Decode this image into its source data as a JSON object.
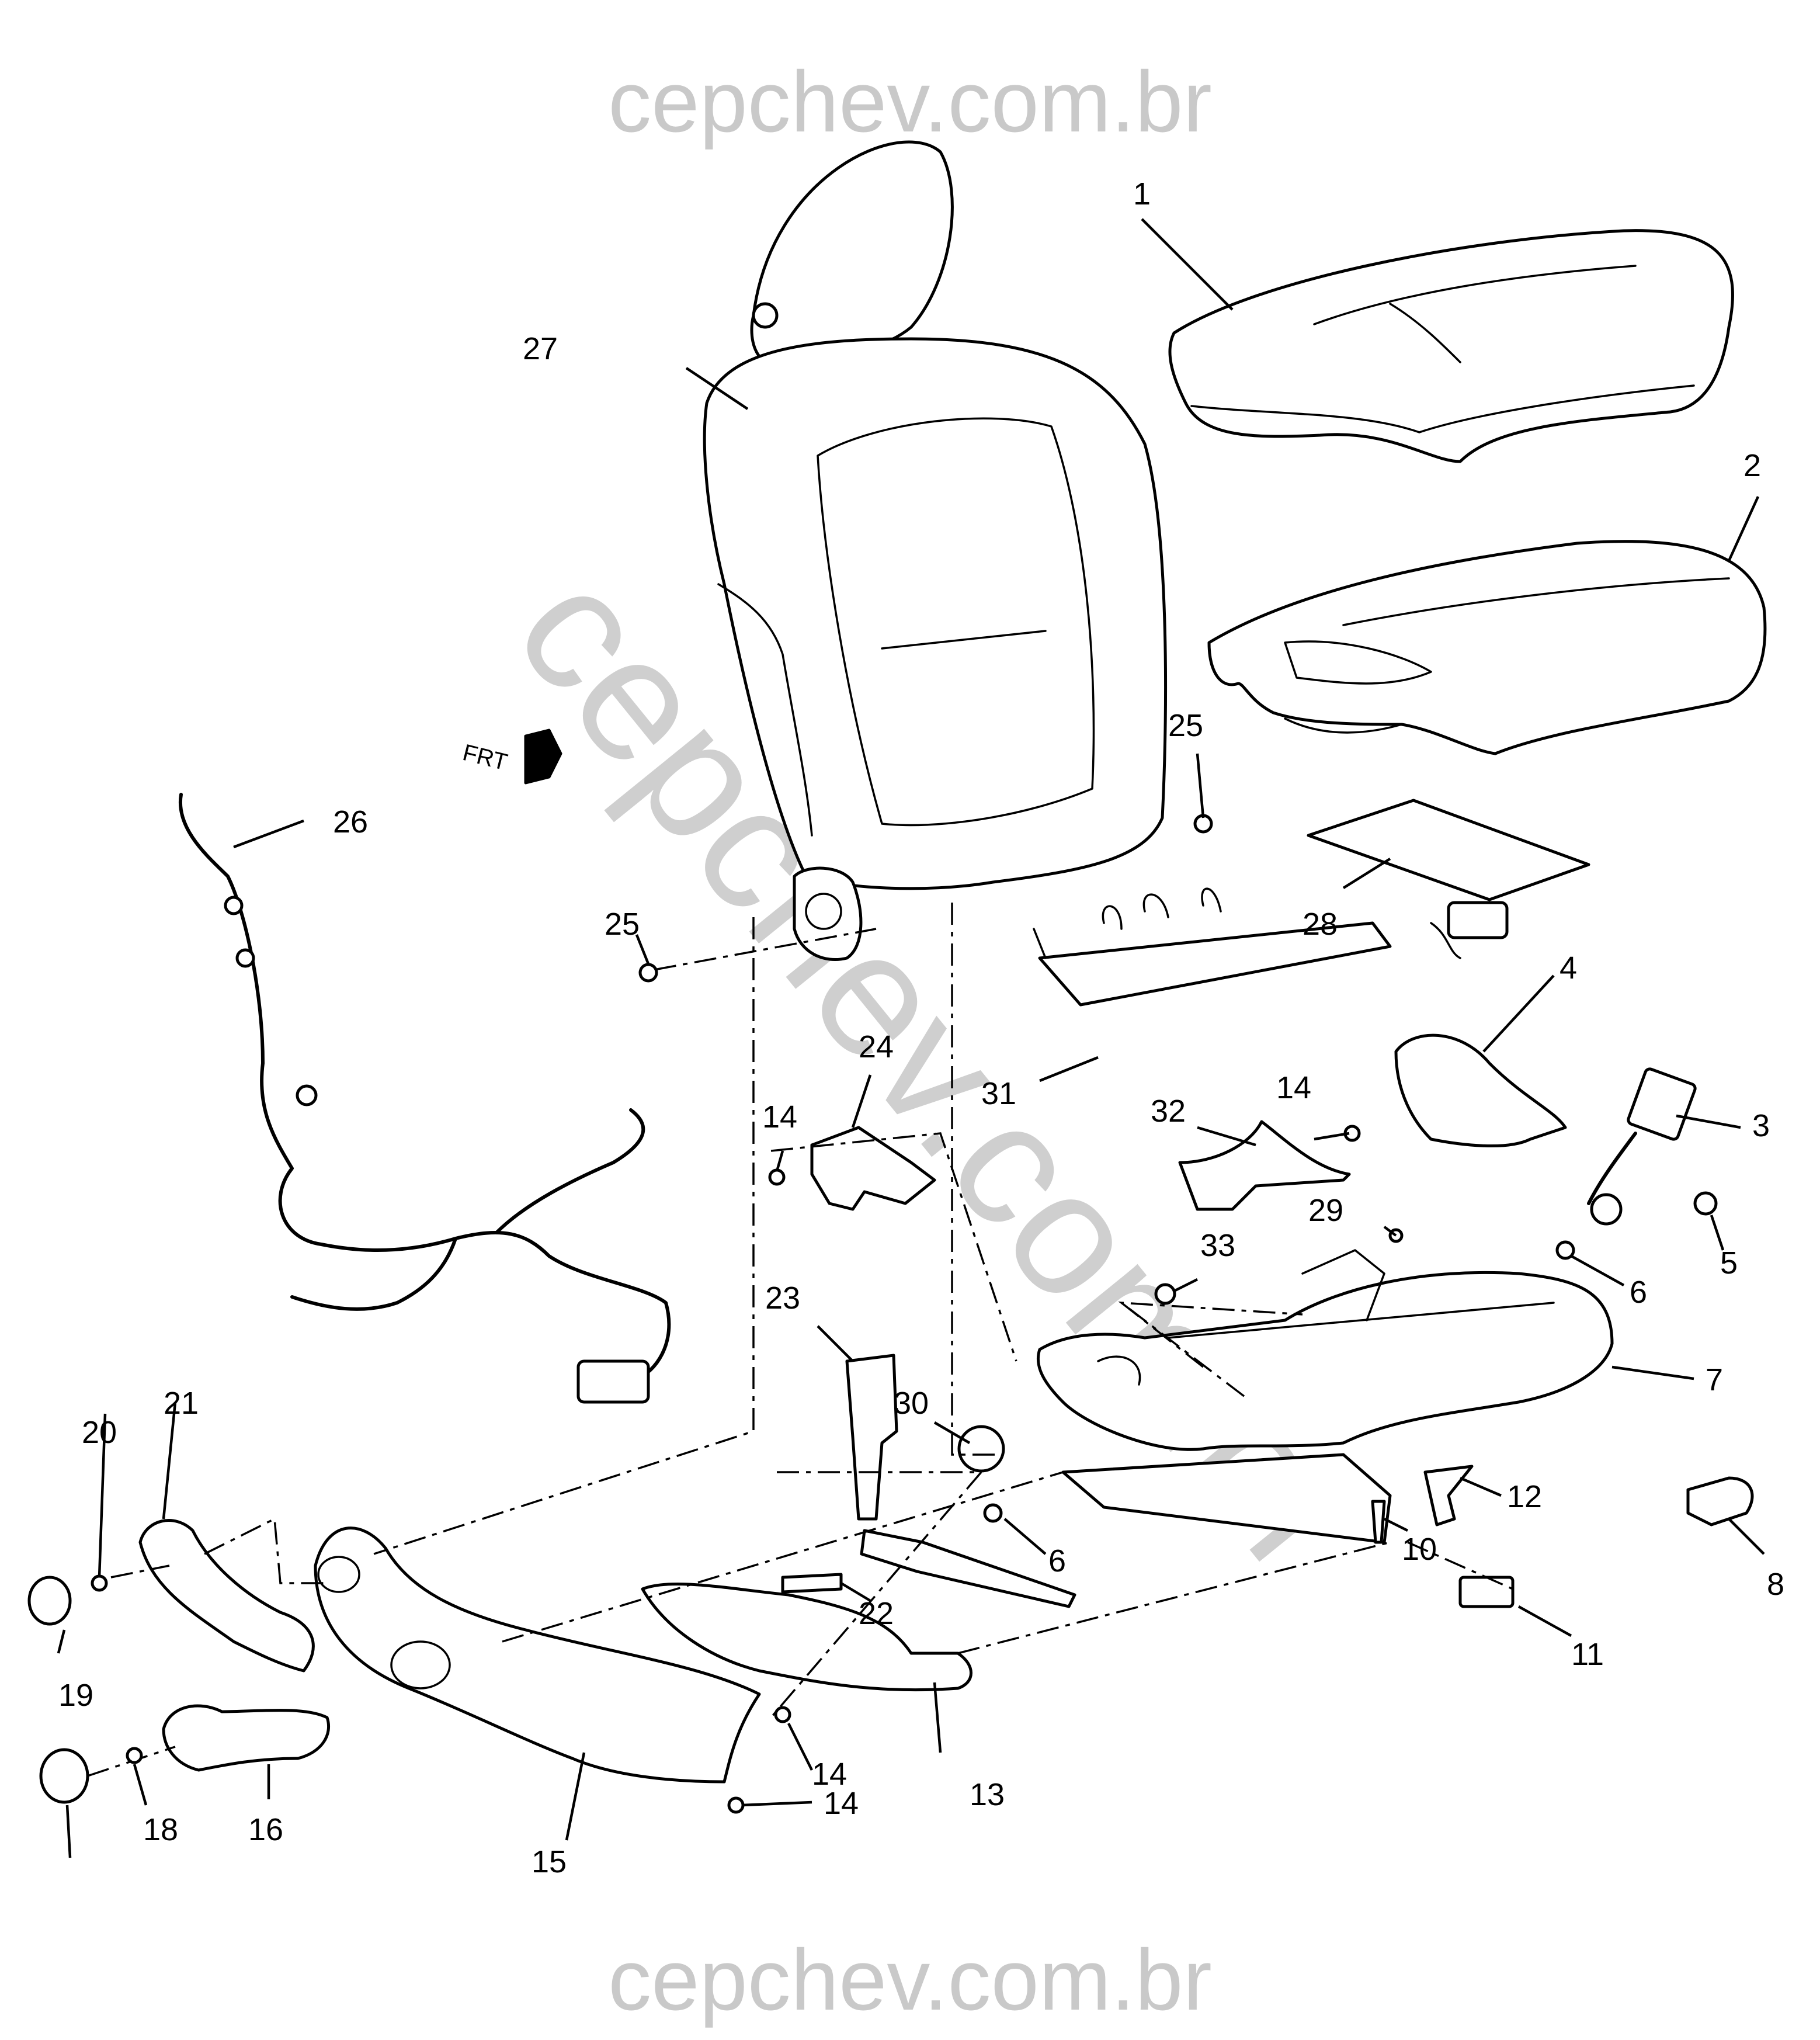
{
  "watermarks": {
    "top": "cepchev.com.br",
    "diagonal": "cepchev.com.br",
    "bottom": "cepchev.com.br"
  },
  "frt_label": "FRT",
  "callouts": [
    "1",
    "2",
    "3",
    "4",
    "5",
    "6",
    "6",
    "7",
    "8",
    "10",
    "11",
    "12",
    "13",
    "14",
    "14",
    "14",
    "14",
    "15",
    "16",
    "18",
    "19",
    "20",
    "21",
    "22",
    "23",
    "24",
    "25",
    "25",
    "26",
    "27",
    "28",
    "29",
    "30",
    "31",
    "32",
    "33"
  ],
  "colors": {
    "line": "#000000",
    "watermark": "#c9c9c9",
    "background": "#ffffff"
  }
}
